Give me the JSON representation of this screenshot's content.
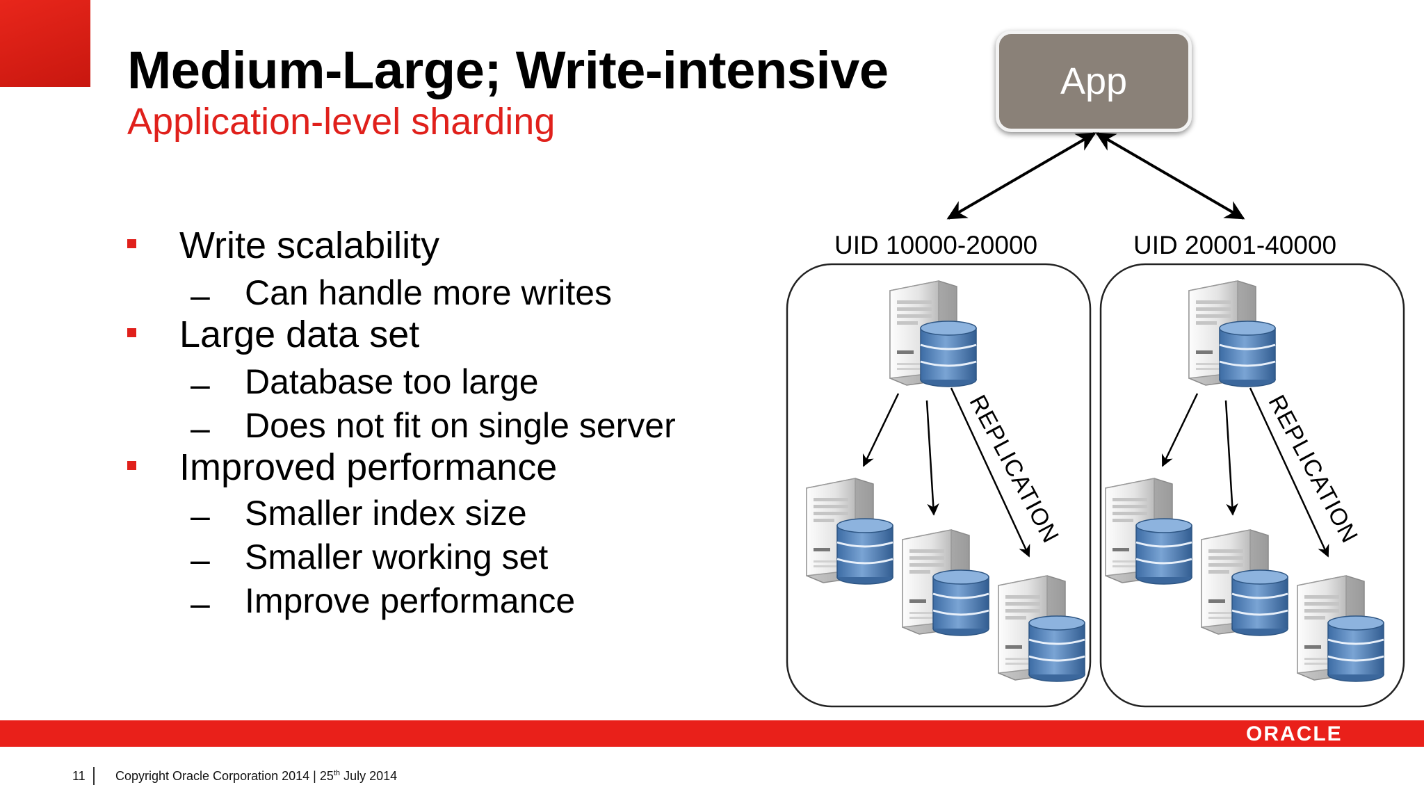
{
  "slide": {
    "title": "Medium-Large; Write-intensive",
    "subtitle": "Application-level sharding"
  },
  "bullets": [
    {
      "text": "Write scalability",
      "subs": [
        "Can handle more writes"
      ]
    },
    {
      "text": "Large data set",
      "subs": [
        "Database too large",
        "Does not fit on single server"
      ]
    },
    {
      "text": "Improved performance",
      "subs": [
        "Smaller index size",
        "Smaller working set",
        "Improve performance"
      ]
    }
  ],
  "dash": "–",
  "diagram": {
    "app_label": "App",
    "shards": [
      {
        "label": "UID 10000-20000",
        "replication_label": "REPLICATION"
      },
      {
        "label": "UID 20001-40000",
        "replication_label": "REPLICATION"
      }
    ]
  },
  "footer": {
    "page_number": "11",
    "copyright": "Copyright Oracle Corporation 2014 |",
    "date_day": "25",
    "date_suffix": "th",
    "date_rest": " July 2014",
    "logo_text": "ORACLE"
  },
  "colors": {
    "brand_red": "#e9201a",
    "app_box": "#8a8178",
    "db_blue": "#5b86b8"
  },
  "icons": [
    "server-database-icon",
    "arrow-icon"
  ]
}
